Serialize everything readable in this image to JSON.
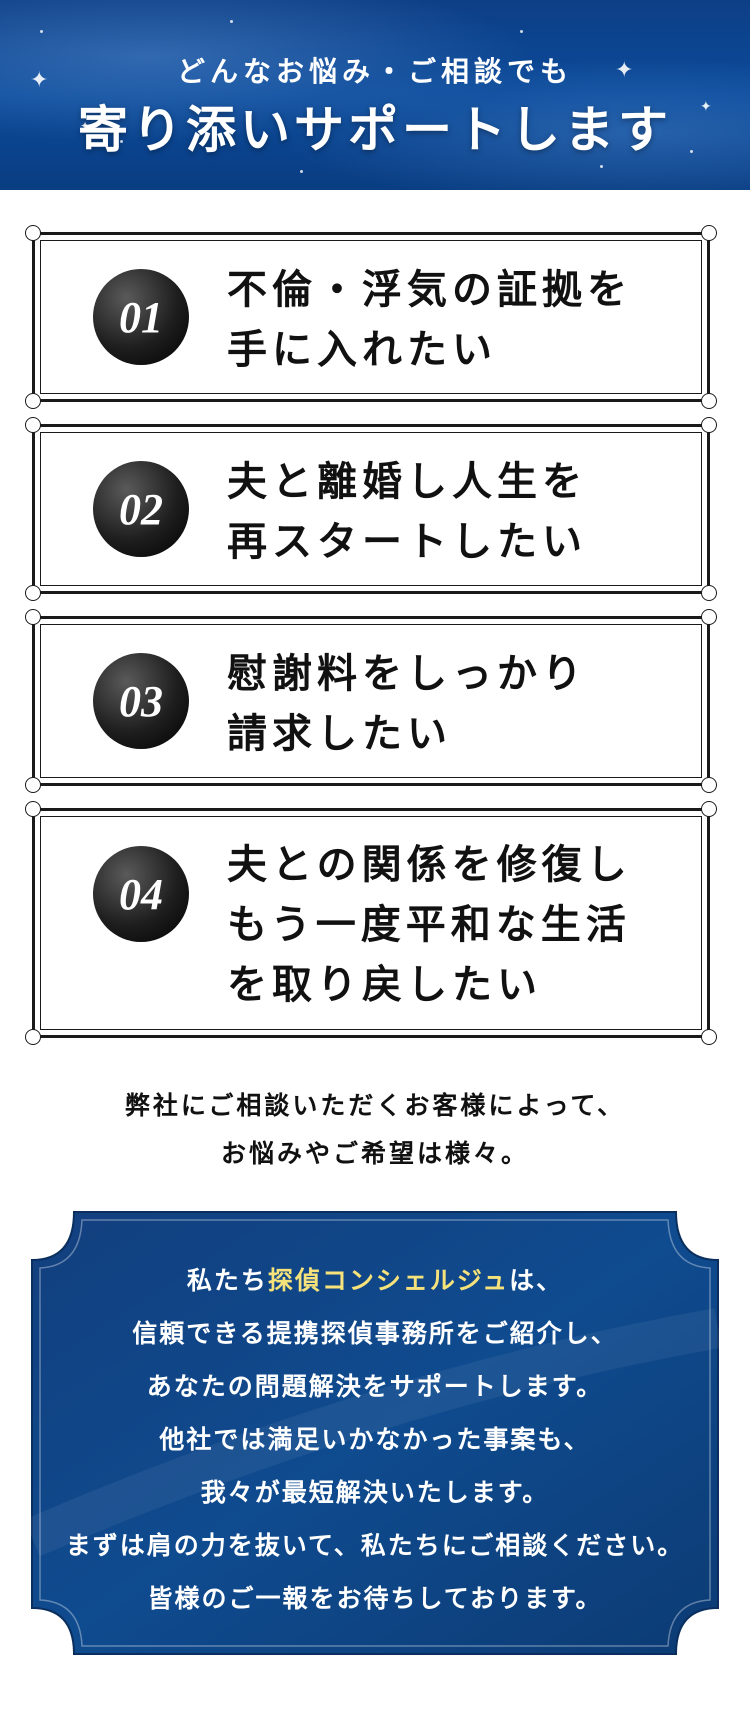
{
  "header": {
    "subtitle": "どんなお悩み・ご相談でも",
    "title": "寄り添いサポートします"
  },
  "concerns": [
    {
      "number": "01",
      "lines": [
        "不倫・浮気の証拠を",
        "手に入れたい"
      ]
    },
    {
      "number": "02",
      "lines": [
        "夫と離婚し人生を",
        "再スタートしたい"
      ]
    },
    {
      "number": "03",
      "lines": [
        "慰謝料をしっかり",
        "請求したい"
      ]
    },
    {
      "number": "04",
      "lines": [
        "夫との関係を修復し",
        "もう一度平和な生活",
        "を取り戻したい"
      ]
    }
  ],
  "intro": {
    "lines": [
      "弊社にご相談いただくお客様によって、",
      "お悩みやご希望は様々。"
    ]
  },
  "message": {
    "line1_before": "私たち",
    "line1_highlight": "探偵コンシェルジュ",
    "line1_after": "は、",
    "lines": [
      "信頼できる提携探偵事務所をご紹介し、",
      "あなたの問題解決をサポートします。",
      "他社では満足いかなかった事案も、",
      "我々が最短解決いたします。",
      "まずは肩の力を抜いて、私たちにご相談ください。",
      "皆様のご一報をお待ちしております。"
    ]
  },
  "colors": {
    "header_blue": "#0b4a9a",
    "panel_blue": "#0f4b8f",
    "highlight": "#f6e27a"
  }
}
